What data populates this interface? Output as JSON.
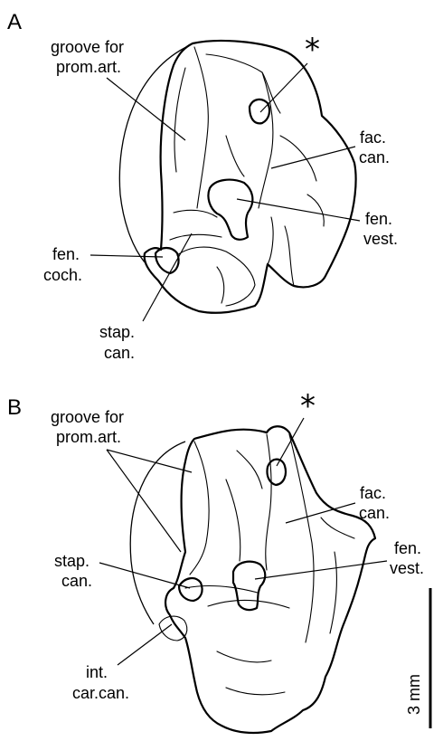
{
  "panel_a": {
    "letter": "A",
    "asterisk": "*",
    "groove_line1": "groove for",
    "groove_line2": "prom.art.",
    "fac_line1": "fac.",
    "fac_line2": "can.",
    "fenvest_line1": "fen.",
    "fenvest_line2": "vest.",
    "fencoch_line1": "fen.",
    "fencoch_line2": "coch.",
    "stap_line1": "stap.",
    "stap_line2": "can."
  },
  "panel_b": {
    "letter": "B",
    "asterisk": "*",
    "groove_line1": "groove for",
    "groove_line2": "prom.art.",
    "fac_line1": "fac.",
    "fac_line2": "can.",
    "fenvest_line1": "fen.",
    "fenvest_line2": "vest.",
    "stap_line1": "stap.",
    "stap_line2": "can.",
    "intcar_line1": "int.",
    "intcar_line2": "car.can."
  },
  "scale_bar": {
    "label": "3 mm"
  }
}
